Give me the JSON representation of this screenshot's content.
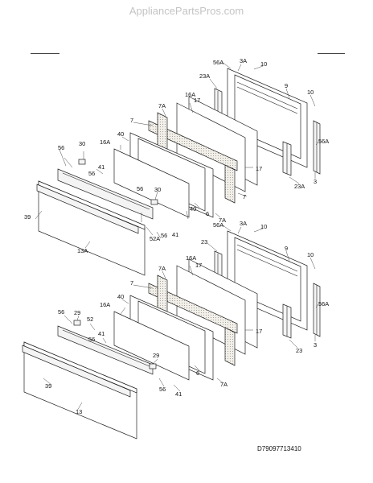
{
  "watermark": "AppliancePartsPros.com",
  "diagram_code": "D79097713410",
  "upper_labels": [
    "3A",
    "56A",
    "10",
    "23A",
    "9",
    "17",
    "16A",
    "7A",
    "7",
    "10",
    "40",
    "30",
    "16A",
    "56",
    "41",
    "56",
    "30",
    "56A",
    "17",
    "23A",
    "3",
    "39",
    "56",
    "40",
    "52A",
    "41",
    "7",
    "7A",
    "6",
    "56",
    "13A"
  ],
  "lower_labels": [
    "3A",
    "56A",
    "10",
    "23",
    "9",
    "16A",
    "17",
    "7A",
    "7",
    "10",
    "40",
    "16A",
    "56",
    "29",
    "52",
    "41",
    "56",
    "29",
    "56A",
    "17",
    "23",
    "3",
    "39",
    "56",
    "41",
    "7A",
    "6",
    "13"
  ]
}
